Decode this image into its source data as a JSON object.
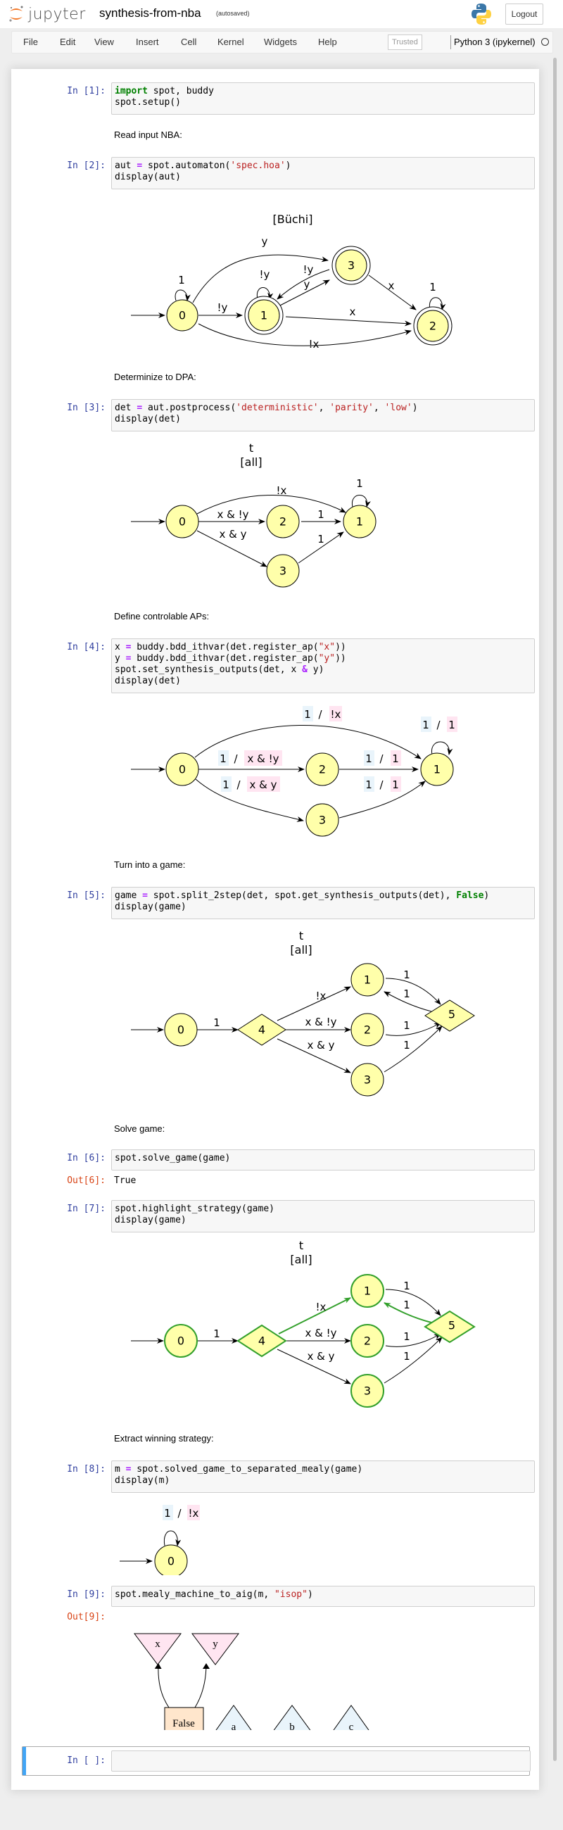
{
  "header": {
    "logo_text": "jupyter",
    "notebook_title": "synthesis-from-nba",
    "autosave_status": "(autosaved)",
    "logout_label": "Logout"
  },
  "menubar": {
    "items": [
      "File",
      "Edit",
      "View",
      "Insert",
      "Cell",
      "Kernel",
      "Widgets",
      "Help"
    ],
    "trusted_label": "Trusted",
    "kernel_name": "Python 3 (ipykernel)",
    "kernel_status": "idle"
  },
  "cells": {
    "c1": {
      "prompt": "In [1]:",
      "lines": [
        [
          "kw",
          "import"
        ],
        [
          "",
          "spot, buddy"
        ]
      ],
      "line2": "spot.setup()"
    },
    "md1": "Read input NBA:",
    "c2": {
      "prompt": "In [2]:",
      "line2": "display(aut)"
    },
    "md2": "Determinize to DPA:",
    "c3": {
      "prompt": "In [3]:",
      "line2": "display(det)"
    },
    "md3": "Define controlable APs:",
    "c4": {
      "prompt": "In [4]:",
      "line3": "spot.set_synthesis_outputs(det, x ",
      "line3b": " y)",
      "line4": "display(det)"
    },
    "md4": "Turn into a game:",
    "c5": {
      "prompt": "In [5]:",
      "line2": "display(game)"
    },
    "md5": "Solve game:",
    "c6": {
      "prompt": "In [6]:",
      "line1": "spot.solve_game(game)",
      "out_prompt": "Out[6]:",
      "output": "True"
    },
    "c7": {
      "prompt": "In [7]:",
      "line1": "spot.highlight_strategy(game)",
      "line2": "display(game)"
    },
    "md6": "Extract winning strategy:",
    "c8": {
      "prompt": "In [8]:",
      "line2": "display(m)"
    },
    "c9": {
      "prompt": "In [9]:",
      "out_prompt": "Out[9]:"
    },
    "c10": {
      "prompt": "In [ ]:",
      "value": ""
    }
  },
  "code": {
    "c2_a": "aut ",
    "c2_op": "=",
    "c2_b": " spot.automaton(",
    "c2_s": "'spec.hoa'",
    "c2_c": ")",
    "c3_a": "det ",
    "c3_op": "=",
    "c3_b": " aut.postprocess(",
    "c3_s1": "'deterministic'",
    "c3_s2": "'parity'",
    "c3_s3": "'low'",
    "c3_sep": ", ",
    "c3_c": ")",
    "c4_a": "x ",
    "c4_op": "=",
    "c4_b": " buddy.bdd_ithvar(det.register_ap(",
    "c4_sx": "\"x\"",
    "c4_sy": "\"y\"",
    "c4_c": "))",
    "c4_ya": "y ",
    "c4_amp": "&",
    "c5_a": "game ",
    "c5_op": "=",
    "c5_b": " spot.split_2step(det, spot.get_synthesis_outputs(det), ",
    "c5_kw": "False",
    "c5_c": ")",
    "c8_a": "m ",
    "c8_op": "=",
    "c8_b": " spot.solved_game_to_separated_mealy(game)",
    "c9_a": "spot.mealy_machine_to_aig(m, ",
    "c9_s": "\"isop\"",
    "c9_c": ")"
  },
  "diagrams": {
    "nba": {
      "title": "[Büchi]",
      "states": [
        "0",
        "1",
        "2",
        "3"
      ],
      "accepting": [
        "1",
        "2",
        "3"
      ],
      "edges": [
        {
          "from": "0",
          "to": "0",
          "label": "1"
        },
        {
          "from": "0",
          "to": "1",
          "label": "!y"
        },
        {
          "from": "0",
          "to": "3",
          "label": "y"
        },
        {
          "from": "0",
          "to": "2",
          "label": "!x"
        },
        {
          "from": "1",
          "to": "1",
          "label": "!y"
        },
        {
          "from": "1",
          "to": "3",
          "label": "y"
        },
        {
          "from": "3",
          "to": "1",
          "label": "!y"
        },
        {
          "from": "1",
          "to": "2",
          "label": "x"
        },
        {
          "from": "3",
          "to": "2",
          "label": "x"
        },
        {
          "from": "2",
          "to": "2",
          "label": "1"
        }
      ]
    },
    "dpa": {
      "title_line1": "t",
      "title_line2": "[all]",
      "states": [
        "0",
        "1",
        "2",
        "3"
      ],
      "edges": [
        {
          "from": "0",
          "to": "1",
          "label": "!x"
        },
        {
          "from": "0",
          "to": "2",
          "label": "x & !y"
        },
        {
          "from": "0",
          "to": "3",
          "label": "x & y"
        },
        {
          "from": "2",
          "to": "1",
          "label": "1"
        },
        {
          "from": "3",
          "to": "1",
          "label": "1"
        },
        {
          "from": "1",
          "to": "1",
          "label": "1"
        }
      ]
    },
    "mealy_dpa": {
      "states": [
        "0",
        "1",
        "2",
        "3"
      ],
      "edges": [
        {
          "from": "0",
          "to": "1",
          "in": "1",
          "out": "!x"
        },
        {
          "from": "0",
          "to": "2",
          "in": "1",
          "out": "x & !y"
        },
        {
          "from": "0",
          "to": "3",
          "in": "1",
          "out": "x & y"
        },
        {
          "from": "2",
          "to": "1",
          "in": "1",
          "out": "1"
        },
        {
          "from": "3",
          "to": "1",
          "in": "1",
          "out": "1"
        },
        {
          "from": "1",
          "to": "1",
          "in": "1",
          "out": "1"
        }
      ],
      "separator": "/"
    },
    "game": {
      "title_line1": "t",
      "title_line2": "[all]",
      "env_states": [
        "0",
        "1",
        "2",
        "3"
      ],
      "player_states": [
        "4",
        "5"
      ],
      "edges": [
        {
          "from": "0",
          "to": "4",
          "label": "1"
        },
        {
          "from": "4",
          "to": "1",
          "label": "!x"
        },
        {
          "from": "4",
          "to": "2",
          "label": "x & !y"
        },
        {
          "from": "4",
          "to": "3",
          "label": "x & y"
        },
        {
          "from": "1",
          "to": "5",
          "label": "1"
        },
        {
          "from": "5",
          "to": "1",
          "label": "1"
        },
        {
          "from": "2",
          "to": "5",
          "label": "1"
        },
        {
          "from": "3",
          "to": "5",
          "label": "1"
        }
      ]
    },
    "strategy_game": {
      "title_line1": "t",
      "title_line2": "[all]",
      "highlight_color": "#33a02c",
      "winning_states": [
        "0",
        "1",
        "2",
        "3",
        "4",
        "5"
      ],
      "strategy_edges": [
        {
          "from": "4",
          "to": "1"
        },
        {
          "from": "5",
          "to": "1"
        }
      ]
    },
    "mealy": {
      "states": [
        "0"
      ],
      "edges": [
        {
          "from": "0",
          "to": "0",
          "in": "1",
          "out": "!x"
        }
      ],
      "separator": "/"
    },
    "aig": {
      "outputs": [
        "x",
        "y"
      ],
      "inputs": [
        "a",
        "b",
        "c"
      ],
      "const_node": "False"
    }
  },
  "colors": {
    "state_fill": "#ffffaa",
    "input_label_bg": "#e9f4fb",
    "output_label_bg": "#ffe5f1",
    "aig_output_fill": "#ffe5f1",
    "aig_input_fill": "#e9f4fb",
    "aig_const_fill": "#ffe6cc",
    "active_cell_bar": "#42a5f5"
  }
}
